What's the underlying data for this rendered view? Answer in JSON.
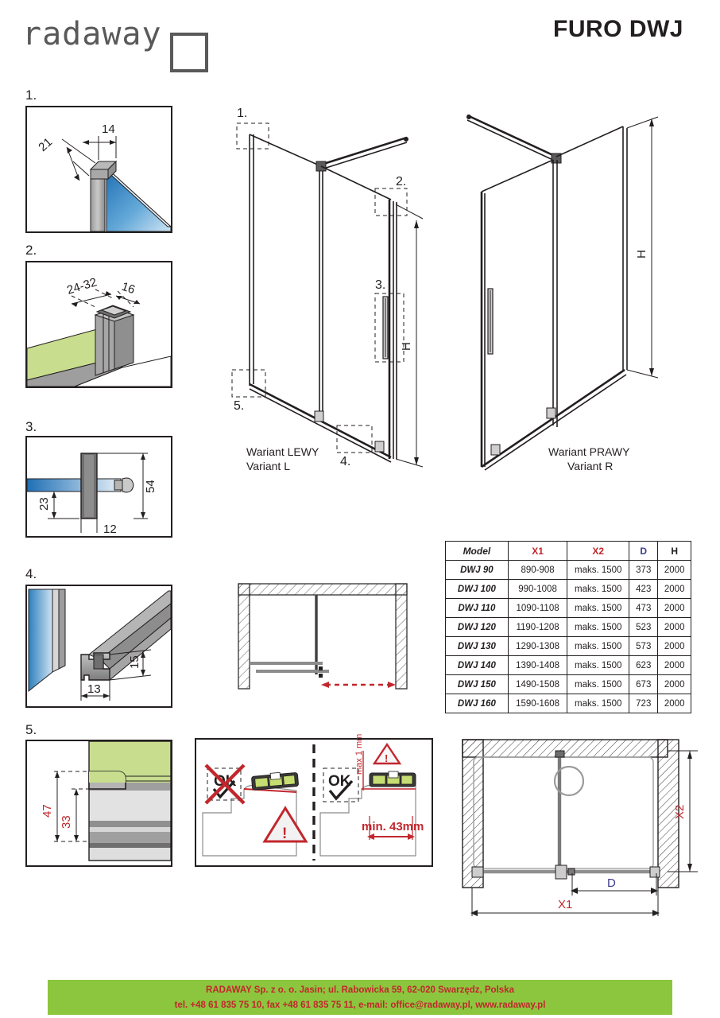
{
  "header": {
    "logo_text": "radaway",
    "logo_icon": "square-outline-icon",
    "title": "FURO DWJ"
  },
  "details": {
    "panel1": {
      "number": "1.",
      "dims": [
        "14",
        "21"
      ]
    },
    "panel2": {
      "number": "2.",
      "dims": [
        "24-32",
        "16"
      ]
    },
    "panel3": {
      "number": "3.",
      "dims": [
        "54",
        "23",
        "12"
      ]
    },
    "panel4": {
      "number": "4.",
      "dims": [
        "15",
        "13"
      ]
    },
    "panel5": {
      "number": "5.",
      "dims": [
        "47",
        "33"
      ]
    }
  },
  "main_drawings": {
    "left": {
      "callouts": [
        "1.",
        "2.",
        "3.",
        "4.",
        "5."
      ],
      "height_label": "H",
      "name_pl": "Wariant LEWY",
      "name_en": "Variant L"
    },
    "right": {
      "height_label": "H",
      "name_pl": "Wariant PRAWY",
      "name_en": "Variant R"
    }
  },
  "install_warning": {
    "ok_wrong": "OK",
    "ok_right": "OK",
    "max_gap": "max 1 mm",
    "min_depth": "min. 43mm",
    "warning_icon": "warning-triangle-icon",
    "cross_icon": "red-cross-icon",
    "check_icon": "checkmark-icon",
    "level_icon": "spirit-level-icon"
  },
  "plan_view": {
    "x1_label": "X1",
    "x2_label": "X2",
    "d_label": "D"
  },
  "table": {
    "headers": [
      "Model",
      "X1",
      "X2",
      "D",
      "H"
    ],
    "header_colors": [
      "#231f20",
      "#c1272d",
      "#c1272d",
      "#3b3b8f",
      "#231f20"
    ],
    "rows": [
      {
        "model": "DWJ 90",
        "x1": "890-908",
        "x2": "maks. 1500",
        "d": "373",
        "h": "2000"
      },
      {
        "model": "DWJ 100",
        "x1": "990-1008",
        "x2": "maks. 1500",
        "d": "423",
        "h": "2000"
      },
      {
        "model": "DWJ 110",
        "x1": "1090-1108",
        "x2": "maks. 1500",
        "d": "473",
        "h": "2000"
      },
      {
        "model": "DWJ 120",
        "x1": "1190-1208",
        "x2": "maks. 1500",
        "d": "523",
        "h": "2000"
      },
      {
        "model": "DWJ 130",
        "x1": "1290-1308",
        "x2": "maks. 1500",
        "d": "573",
        "h": "2000"
      },
      {
        "model": "DWJ 140",
        "x1": "1390-1408",
        "x2": "maks. 1500",
        "d": "623",
        "h": "2000"
      },
      {
        "model": "DWJ 150",
        "x1": "1490-1508",
        "x2": "maks. 1500",
        "d": "673",
        "h": "2000"
      },
      {
        "model": "DWJ 160",
        "x1": "1590-1608",
        "x2": "maks. 1500",
        "d": "723",
        "h": "2000"
      }
    ]
  },
  "footer": {
    "line1": "RADAWAY Sp. z o. o. Jasin; ul. Rabowicka 59, 62-020 Swarzędz, Polska",
    "line2": "tel. +48 61 835 75 10, fax +48 61 835 75 11, e-mail: office@radaway.pl, www.radaway.pl",
    "bg_color": "#8cc63e",
    "text_color": "#c1272d"
  },
  "colors": {
    "glass_blue": "#2a7fc1",
    "metal_gray": "#8c8c8c",
    "accent_green": "#c9dd8f",
    "red": "#c1272d",
    "blue": "#3b3b8f"
  }
}
